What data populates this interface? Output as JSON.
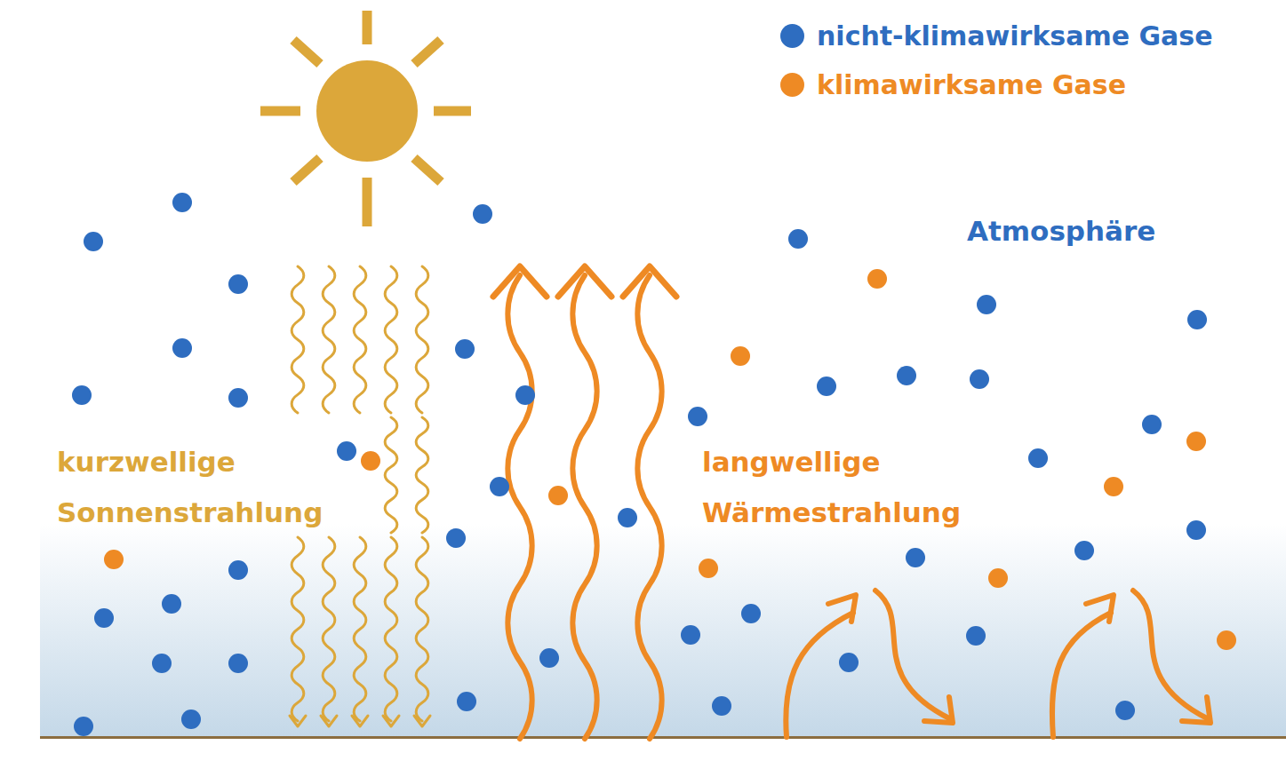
{
  "diagram": {
    "labels": [
      "Atmosphäre",
      "kurzwellige Sonnenstrahlung",
      "langwellige Wärmestrahlung"
    ],
    "legend": [
      {
        "text": "nicht-klimawirksame Gase",
        "color": "#2e6dc0"
      },
      {
        "text": "klimawirksame Gase",
        "color": "#ee8a24"
      }
    ]
  }
}
